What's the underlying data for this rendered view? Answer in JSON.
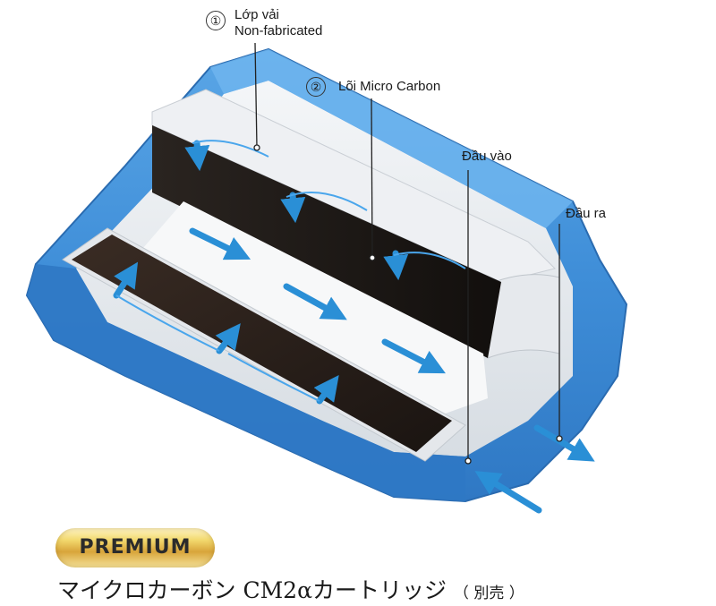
{
  "callouts": [
    {
      "number": "①",
      "label_line1": "Lớp vải",
      "label_line2": "Non-fabricated"
    },
    {
      "number": "②",
      "label": "Lõi Micro Carbon"
    }
  ],
  "inlet_label": "Đầu vào",
  "outlet_label": "Đầu ra",
  "badge": "PREMIUM",
  "product_name": "マイクロカーボン CM2αカートリッジ",
  "product_note": "（ 別売 ）",
  "colors": {
    "housing": "#3f8ed8",
    "housing_dark": "#2b6fb8",
    "carbon_core": "#1f1a17",
    "fabric_layer": "#e9ebee",
    "flow_arrow": "#2a8fd6",
    "badge_gold": "#e2b84a"
  },
  "icons": [
    "flow-arrow-icon",
    "circled-number-icon"
  ]
}
